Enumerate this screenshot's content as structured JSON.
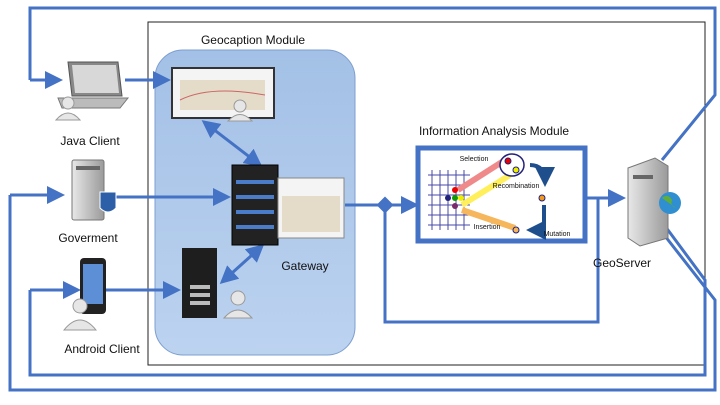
{
  "modules": {
    "geocaption": "Geocaption Module",
    "analysis": "Information Analysis Module"
  },
  "nodes": {
    "java_client": "Java Client",
    "government": "Goverment",
    "android_client": "Android Client",
    "gateway": "Gateway",
    "geoserver": "GeoServer"
  },
  "analysis_steps": {
    "selection": "Selection",
    "recombination": "Recombination",
    "insertion": "Insertion",
    "mutation": "Mutation"
  },
  "colors": {
    "connector": "#4472c4",
    "module_fill": "#a9c5ea",
    "dark_arrow": "#1f4e8c"
  }
}
